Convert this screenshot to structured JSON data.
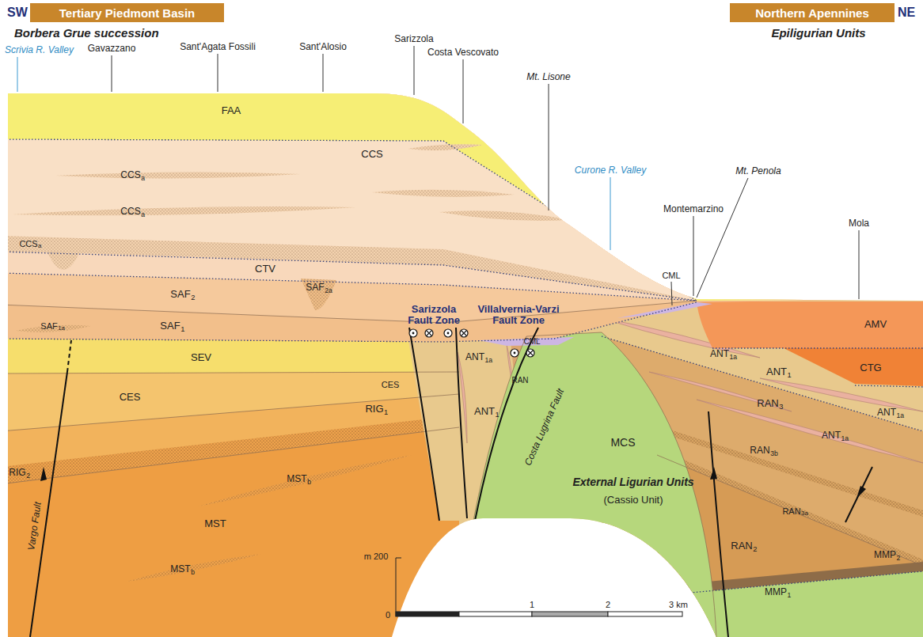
{
  "diagram": {
    "nodes": [
      {
        "text": [
          "Tertiary Piedmont Basin"
        ]
      },
      {
        "text": [
          "Northern Apennines"
        ]
      }
    ],
    "labels": [
      "SW",
      "NE",
      "Borbera Grue succession",
      "Epiligurian Units",
      "Scrivia R. Valley",
      "Gavazzano",
      "Sant'Agata Fossili",
      "Sant'Alosio",
      "Sarizzola",
      "Costa Vescovato",
      "Mt. Lisone",
      "Curone R. Valley",
      "Mt. Penola",
      "Montemarzino",
      "Mola",
      "FAA",
      "CCS",
      "CCS",
      "a",
      "CCS",
      "a",
      "CCS",
      "a",
      "CTV",
      "SAF",
      "2",
      "SAF",
      "2a",
      "SAF",
      "1",
      "SAF",
      "1a",
      "Sarizzola Fault Zone",
      "Villalvernia-Varzi Fault Zone",
      "CML",
      "CML",
      "AMV",
      "CTG",
      "ANT",
      "1a",
      "RAN",
      "ANT",
      "1a",
      "ANT",
      "1",
      "ANT",
      "1a",
      "SEV",
      "CES",
      "CES",
      "RIG",
      "1",
      "ANT",
      "1",
      "RAN",
      "3",
      "ANT",
      "1a",
      "RAN",
      "3b",
      "MCS",
      "External Ligurian Units",
      "(Cassio Unit)",
      "Costa Lugrina Fault",
      "RIG",
      "2",
      "MST",
      "b",
      "MST",
      "RAN",
      "3a",
      "RAN",
      "2",
      "MMP",
      "2",
      "MMP",
      "1",
      "MST",
      "b",
      "Vargo Fault",
      "m 200",
      "0",
      "1",
      "2",
      "3 km"
    ]
  }
}
